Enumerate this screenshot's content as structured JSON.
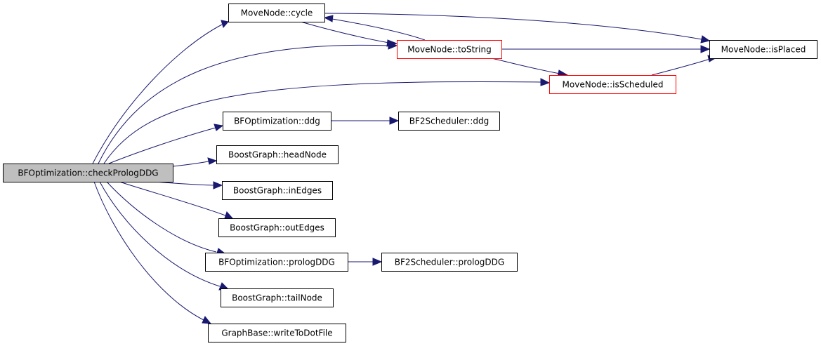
{
  "colors": {
    "edge": "#191970",
    "node_border": "#000000",
    "node_border_highlight": "#ff0000",
    "root_fill": "#bfbfbf",
    "node_fill": "#ffffff"
  },
  "nodes": [
    {
      "id": "root",
      "label": "BFOptimization::checkPrologDDG",
      "style": "root"
    },
    {
      "id": "cycle",
      "label": "MoveNode::cycle",
      "style": "normal"
    },
    {
      "id": "toString",
      "label": "MoveNode::toString",
      "style": "highlight"
    },
    {
      "id": "isPlaced",
      "label": "MoveNode::isPlaced",
      "style": "normal"
    },
    {
      "id": "isScheduled",
      "label": "MoveNode::isScheduled",
      "style": "highlight"
    },
    {
      "id": "bfddg",
      "label": "BFOptimization::ddg",
      "style": "normal"
    },
    {
      "id": "bf2ddg",
      "label": "BF2Scheduler::ddg",
      "style": "normal"
    },
    {
      "id": "headNode",
      "label": "BoostGraph::headNode",
      "style": "normal"
    },
    {
      "id": "inEdges",
      "label": "BoostGraph::inEdges",
      "style": "normal"
    },
    {
      "id": "outEdges",
      "label": "BoostGraph::outEdges",
      "style": "normal"
    },
    {
      "id": "bfprolog",
      "label": "BFOptimization::prologDDG",
      "style": "normal"
    },
    {
      "id": "bf2prolog",
      "label": "BF2Scheduler::prologDDG",
      "style": "normal"
    },
    {
      "id": "tailNode",
      "label": "BoostGraph::tailNode",
      "style": "normal"
    },
    {
      "id": "writeDot",
      "label": "GraphBase::writeToDotFile",
      "style": "normal"
    }
  ],
  "edges": [
    {
      "from": "root",
      "to": "cycle"
    },
    {
      "from": "root",
      "to": "toString"
    },
    {
      "from": "root",
      "to": "isScheduled"
    },
    {
      "from": "root",
      "to": "bfddg"
    },
    {
      "from": "root",
      "to": "headNode"
    },
    {
      "from": "root",
      "to": "inEdges"
    },
    {
      "from": "root",
      "to": "outEdges"
    },
    {
      "from": "root",
      "to": "bfprolog"
    },
    {
      "from": "root",
      "to": "tailNode"
    },
    {
      "from": "root",
      "to": "writeDot"
    },
    {
      "from": "cycle",
      "to": "toString"
    },
    {
      "from": "toString",
      "to": "cycle"
    },
    {
      "from": "cycle",
      "to": "isPlaced"
    },
    {
      "from": "toString",
      "to": "isPlaced"
    },
    {
      "from": "toString",
      "to": "isScheduled"
    },
    {
      "from": "isScheduled",
      "to": "isPlaced"
    },
    {
      "from": "bfddg",
      "to": "bf2ddg"
    },
    {
      "from": "bfprolog",
      "to": "bf2prolog"
    }
  ]
}
